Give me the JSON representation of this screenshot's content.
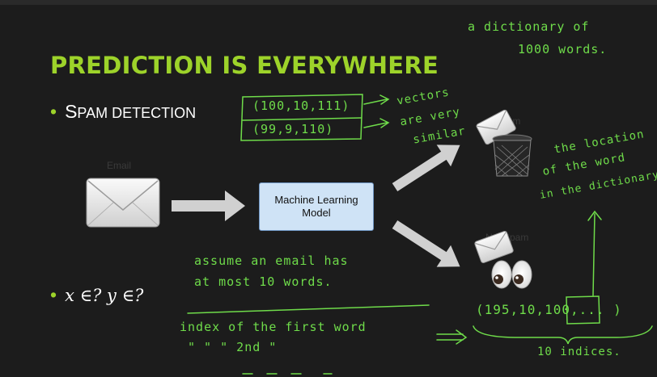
{
  "slide": {
    "title": "PREDICTION IS EVERYWHERE",
    "bullet1": {
      "first": "S",
      "rest": "PAM DETECTION"
    },
    "bullet2": "x ∈? y ∈?"
  },
  "diagram": {
    "input_label": "Email",
    "model_label": "Machine Learning\nModel",
    "output_spam_label": "Spam",
    "output_not_spam_label": "Not Spam"
  },
  "annotations": {
    "dictionary_line1": "a dictionary of",
    "dictionary_line2": "1000 words.",
    "vector1": "(100,10,111)",
    "vector2": "(99,9,110)",
    "vectors_note_line1": "vectors",
    "vectors_note_line2": "are very",
    "vectors_note_line3": "similar",
    "location_line1": "the location",
    "location_line2": "of the word",
    "location_line3": "in the dictionary",
    "assume_line1": "assume an email has",
    "assume_line2": "at most 10 words.",
    "index_line1": "index of the first word",
    "index_line2": "\"   \"   \"  2nd   \"",
    "example_vector": "(195,10,100,... )",
    "ten_indices": "10 indices."
  },
  "colors": {
    "background": "#1c1c1c",
    "title": "#9dd32a",
    "handwriting": "#6fdc4a",
    "model_box": "#cfe3f6"
  }
}
